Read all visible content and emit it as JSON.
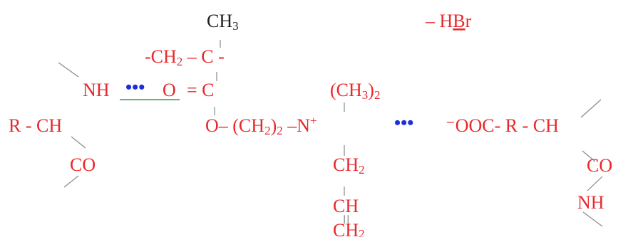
{
  "colors": {
    "black": "#222222",
    "red": "#e8282c",
    "blue": "#1c2ee0",
    "green": "#3a9a3a",
    "gray": "#8a8a8a"
  },
  "labels": {
    "ch3_top": {
      "main": "CH",
      "sub": "3"
    },
    "hbr": {
      "dash": "– H",
      "u": "B",
      "rest": "r"
    },
    "backbone": {
      "a": "-CH",
      "sub": "2",
      "b": " – C -"
    },
    "nh_left": "NH",
    "dots_blue": "•••",
    "o_eq": "O",
    "eq_c": "= C",
    "r_ch_left": "R - CH",
    "co_left": "CO",
    "o_chain": {
      "a": "O– (CH",
      "sub": "2",
      "b": ")",
      "sub2": "2",
      "c": " –N",
      "sup": "+"
    },
    "ch3_2": {
      "a": "(CH",
      "sub": "3",
      "b": ")",
      "sub2": "2"
    },
    "ch2_mid": {
      "main": "CH",
      "sub": "2"
    },
    "ch_mid": "CH",
    "ch2_bottom": {
      "main": "CH",
      "sub": "2"
    },
    "dots_ionic": "•••",
    "carboxylate": "⁻OOC- R - CH",
    "co_right": "CO",
    "nh_right": "NH",
    "eq_bond": "="
  }
}
